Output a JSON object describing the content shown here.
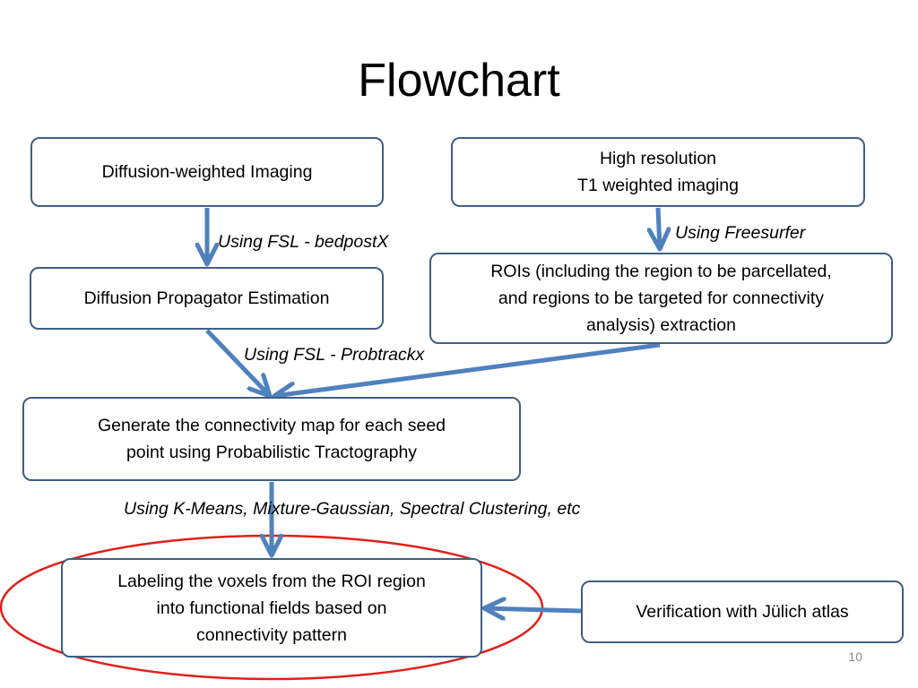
{
  "slide": {
    "title": "Flowchart",
    "page_number": "10"
  },
  "boxes": {
    "dwi": "Diffusion-weighted Imaging",
    "t1": [
      "High resolution",
      "T1 weighted imaging"
    ],
    "propagator": "Diffusion Propagator Estimation",
    "rois": [
      "ROIs (including the region to be parcellated,",
      "and regions to be targeted for connectivity",
      "analysis) extraction"
    ],
    "connectivity": [
      "Generate the connectivity map for each seed",
      "point using Probabilistic Tractography"
    ],
    "labeling": [
      "Labeling the voxels from the ROI region",
      "into functional fields based on",
      "connectivity pattern"
    ],
    "verification": "Verification with Jülich atlas"
  },
  "edge_labels": {
    "bedpostx": "Using FSL - bedpostX",
    "freesurfer": "Using Freesurfer",
    "probtrackx": "Using FSL - Probtrackx",
    "clustering": "Using K-Means, Mixture-Gaussian, Spectral Clustering, etc"
  },
  "colors": {
    "box_border": "#3f5f83",
    "arrow": "#4f81bd",
    "highlight_ellipse": "#e0201b"
  }
}
